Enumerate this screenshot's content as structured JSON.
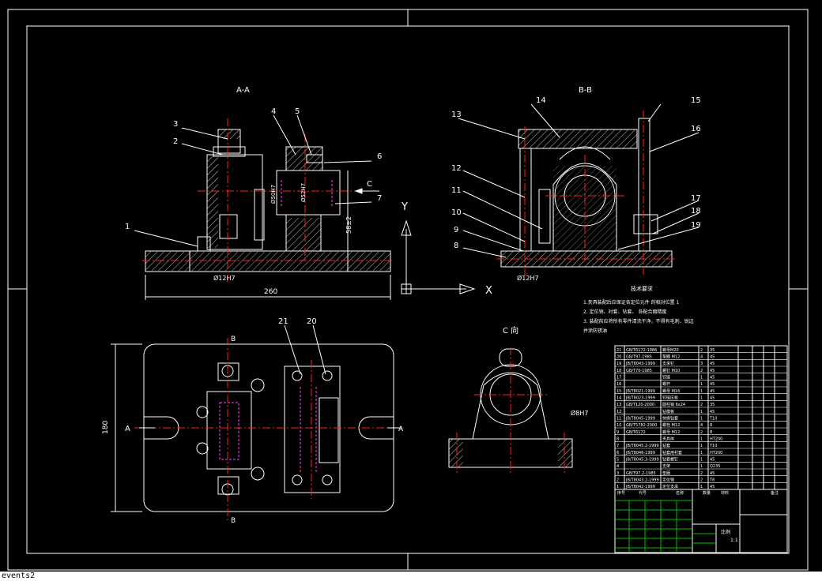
{
  "colors": {
    "background": "#000000",
    "line": "#ffffff",
    "centerline": "#ff2020",
    "hidden": "#ff40ff",
    "dimension": "#ffffff",
    "table_green": "#00c000",
    "hatch": "#ffffff",
    "yellow": "#ffff00"
  },
  "views": {
    "aa_title": "A-A",
    "bb_title": "B-B",
    "c_title": "C 向",
    "section_c_letter": "C"
  },
  "dimensions": {
    "width_260": "260",
    "height_180": "180",
    "dia12_left": "Ø12H7",
    "dia12_right": "Ø12H7",
    "dia50_a": "Ø50H7",
    "dia50_b": "Ø52H7",
    "dim_58": "58±2",
    "dia_c": "Ø8H7"
  },
  "section_labels": {
    "a_left": "A",
    "a_right": "A",
    "b_top": "B",
    "b_bottom": "B"
  },
  "ucs": {
    "x_label": "X",
    "y_label": "Y"
  },
  "callouts_left": [
    "1",
    "2",
    "3",
    "4",
    "5",
    "6",
    "7"
  ],
  "callouts_right": [
    "8",
    "9",
    "10",
    "11",
    "12",
    "13",
    "14",
    "15",
    "16",
    "17",
    "18",
    "19"
  ],
  "callouts_plan": [
    "20",
    "21"
  ],
  "notes": {
    "title": "技术要求",
    "lines": [
      "1.夹具装配后应保证各定位元件 的相对位置 1",
      "2. 定位销、衬套、钻套、 各配合面精度",
      "3. 装配前应将所有零件清洗干净，不得有毛刺、锐边",
      "  并涂防锈油"
    ]
  },
  "bom_rows": [
    [
      "21",
      "GB/T6172-1986",
      "螺母M20",
      "2",
      "35"
    ],
    [
      "20",
      "GB/T97-1985",
      "垫圈 M12",
      "4",
      "45"
    ],
    [
      "19",
      "JB/T8043-1999",
      "支承钉",
      "3",
      "45"
    ],
    [
      "18",
      "GB/T70-1985",
      "螺钉 M10",
      "2",
      "45"
    ],
    [
      "17",
      "",
      "铰链",
      "1",
      "45"
    ],
    [
      "16",
      "",
      "螺杆",
      "1",
      "45"
    ],
    [
      "15",
      "JB/T8021-1999",
      "螺母 M16",
      "1",
      "45"
    ],
    [
      "14",
      "JB/T8023-1999",
      "铰链压板",
      "1",
      "45"
    ],
    [
      "13",
      "GB/T120-2000",
      "圆柱销 6x24",
      "2",
      "35"
    ],
    [
      "12",
      "",
      "钻模板",
      "1",
      "45"
    ],
    [
      "11",
      "JB/T8045-1999",
      "快换钻套",
      "1",
      "T10"
    ],
    [
      "10",
      "GB/T5782-2000",
      "螺栓 M12",
      "4",
      "8"
    ],
    [
      "9",
      "GB/T6172",
      "螺母 M12",
      "2",
      "8"
    ],
    [
      "8",
      "",
      "夹具体",
      "1",
      "HT200"
    ],
    [
      "7",
      "JB/T8045.2-1999",
      "钻套",
      "1",
      "T10"
    ],
    [
      "6",
      "JB/T8046-1999",
      "钻套用衬套",
      "1",
      "HT200"
    ],
    [
      "5",
      "JB/T8045.3-1999",
      "钻套螺钉",
      "1",
      "45"
    ],
    [
      "4",
      "",
      "支架",
      "1",
      "Q235"
    ],
    [
      "3",
      "GB/T97.2-1985",
      "垫圈",
      "2",
      "45"
    ],
    [
      "2",
      "JB/T8043.2-1999",
      "定位销",
      "2",
      "T8"
    ],
    [
      "1",
      "JB/T8042-1999",
      "定位支承",
      "1",
      "45"
    ]
  ],
  "bom_header": [
    "序号",
    "代号",
    "名称",
    "数量",
    "材料",
    "备注"
  ],
  "title_block": {
    "scale_label": "比例",
    "sheet_label": "1:1"
  },
  "command_line": "events2"
}
